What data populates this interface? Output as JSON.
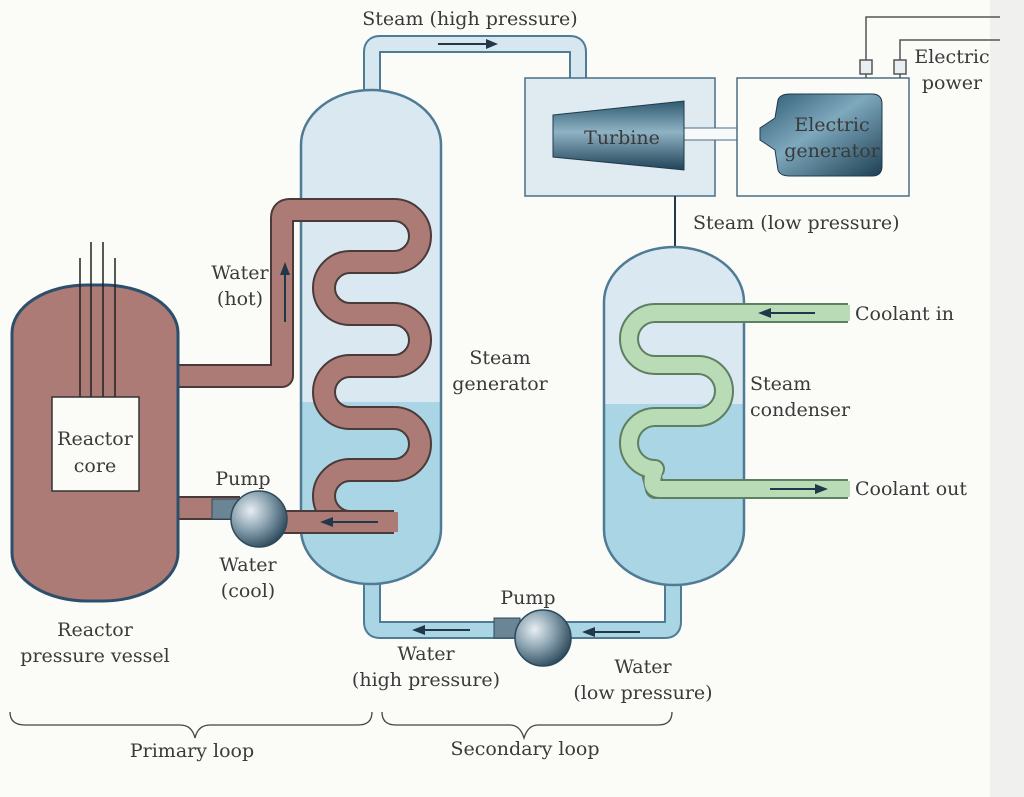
{
  "diagram": {
    "top_steam_label": "Steam (high pressure)",
    "electric_power_line1": "Electric",
    "electric_power_line2": "power",
    "turbine_label": "Turbine",
    "generator_line1": "Electric",
    "generator_line2": "generator",
    "steam_low_label": "Steam (low pressure)",
    "water_hot_line1": "Water",
    "water_hot_line2": "(hot)",
    "steam_generator_line1": "Steam",
    "steam_generator_line2": "generator",
    "coolant_in_label": "Coolant in",
    "steam_condenser_line1": "Steam",
    "steam_condenser_line2": "condenser",
    "coolant_out_label": "Coolant out",
    "reactor_core_line1": "Reactor",
    "reactor_core_line2": "core",
    "pump1_label": "Pump",
    "water_cool_line1": "Water",
    "water_cool_line2": "(cool)",
    "vessel_line1": "Reactor",
    "vessel_line2": "pressure vessel",
    "pump2_label": "Pump",
    "water_high_line1": "Water",
    "water_high_line2": "(high pressure)",
    "water_low_line1": "Water",
    "water_low_line2": "(low pressure)",
    "primary_loop_label": "Primary loop",
    "secondary_loop_label": "Secondary loop"
  },
  "colors": {
    "reactor_fill": "#ad7b76",
    "reactor_outline": "#2d4f6b",
    "water_fill": "#a9d5e5",
    "vessel_fill": "#d9e8f1",
    "coolant_green": "#b9dcb6",
    "turbine_dark": "#2e5970"
  }
}
